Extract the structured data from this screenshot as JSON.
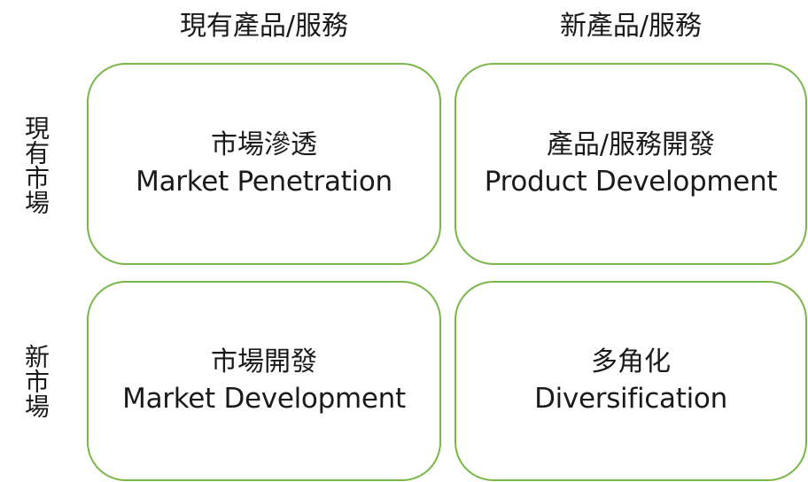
{
  "matrix": {
    "col_headers": [
      "現有產品/服務",
      "新產品/服務"
    ],
    "row_headers": [
      "現有市場",
      "新市場"
    ],
    "border_color": "#7ab648",
    "cells": [
      {
        "zh": "市場滲透",
        "en": "Market Penetration"
      },
      {
        "zh": "產品/服務開發",
        "en": "Product Development"
      },
      {
        "zh": "市場開發",
        "en": "Market Development"
      },
      {
        "zh": "多角化",
        "en": "Diversification"
      }
    ]
  }
}
